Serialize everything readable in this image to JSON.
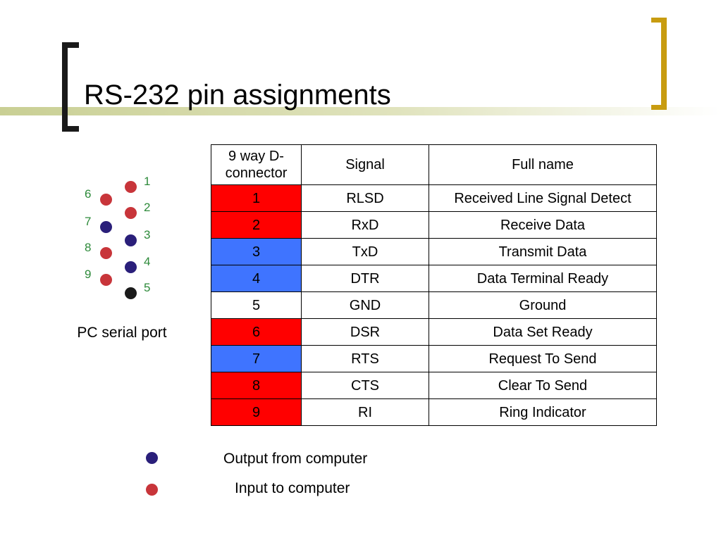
{
  "slide": {
    "title": "RS-232 pin assignments"
  },
  "colors": {
    "output": "#2a1f7a",
    "input": "#c8353a",
    "ground": "#1a1a1a",
    "red_cell": "#ff0000",
    "blue_cell": "#3f74ff",
    "accent": "#c89c10"
  },
  "connector": {
    "label": "PC serial port",
    "pins": [
      {
        "num": "1",
        "dir": "input"
      },
      {
        "num": "2",
        "dir": "input"
      },
      {
        "num": "3",
        "dir": "output"
      },
      {
        "num": "4",
        "dir": "output"
      },
      {
        "num": "5",
        "dir": "ground"
      },
      {
        "num": "6",
        "dir": "input"
      },
      {
        "num": "7",
        "dir": "output"
      },
      {
        "num": "8",
        "dir": "input"
      },
      {
        "num": "9",
        "dir": "input"
      }
    ]
  },
  "table": {
    "headers": [
      "9 way D-connector",
      "Signal",
      "Full name"
    ],
    "rows": [
      {
        "pin": "1",
        "signal": "RLSD",
        "full_name": "Received Line Signal Detect",
        "dir": "input"
      },
      {
        "pin": "2",
        "signal": "RxD",
        "full_name": "Receive Data",
        "dir": "input"
      },
      {
        "pin": "3",
        "signal": "TxD",
        "full_name": "Transmit Data",
        "dir": "output"
      },
      {
        "pin": "4",
        "signal": "DTR",
        "full_name": "Data Terminal Ready",
        "dir": "output"
      },
      {
        "pin": "5",
        "signal": "GND",
        "full_name": "Ground",
        "dir": "none"
      },
      {
        "pin": "6",
        "signal": "DSR",
        "full_name": "Data Set Ready",
        "dir": "input"
      },
      {
        "pin": "7",
        "signal": "RTS",
        "full_name": "Request To Send",
        "dir": "output"
      },
      {
        "pin": "8",
        "signal": "CTS",
        "full_name": "Clear To Send",
        "dir": "input"
      },
      {
        "pin": "9",
        "signal": "RI",
        "full_name": "Ring Indicator",
        "dir": "input"
      }
    ]
  },
  "legend": {
    "output": "Output from computer",
    "input": "Input to computer"
  }
}
